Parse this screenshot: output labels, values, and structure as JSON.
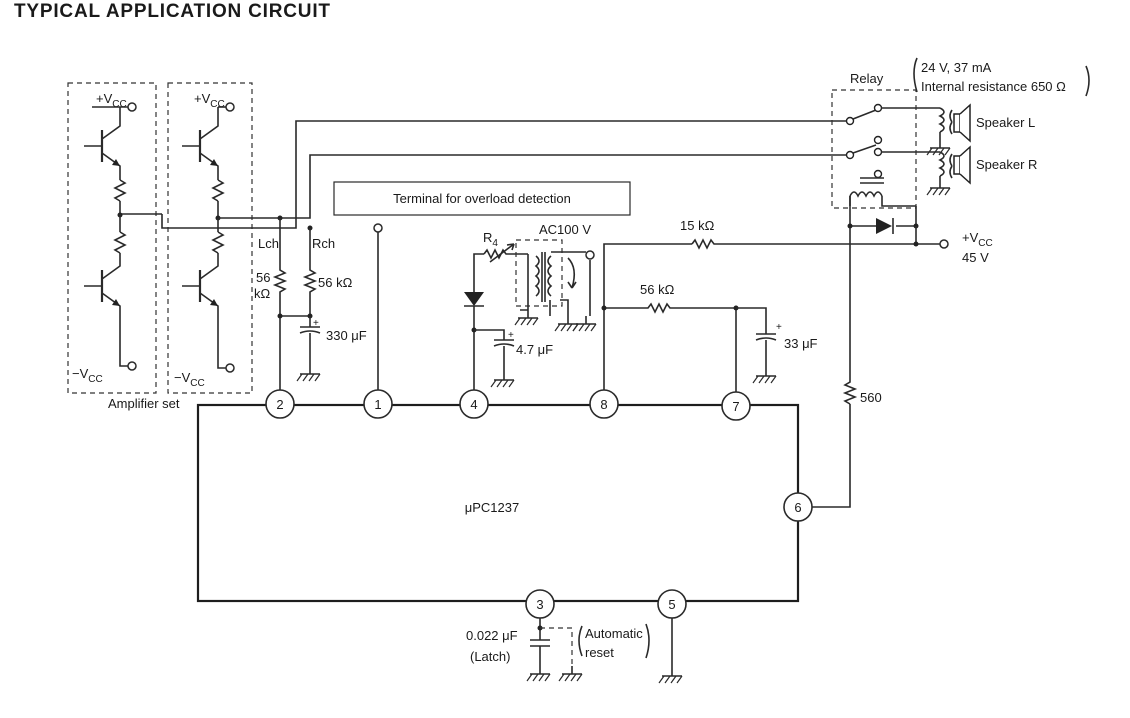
{
  "title": "TYPICAL APPLICATION CIRCUIT",
  "amplifier": {
    "vcc_pos": "+V",
    "vcc_neg": "−V",
    "cc": "CC",
    "set_label": "Amplifier set",
    "lch": "Lch",
    "rch": "Rch"
  },
  "components": {
    "r_left_value": "56",
    "r_left_unit": "kΩ",
    "r_right": "56 kΩ",
    "c_330": "330 μF",
    "r4": "R",
    "r4_sub": "4",
    "ac": "AC100 V",
    "c_4_7": "4.7 μF",
    "r_15k": "15 kΩ",
    "r_56k": "56 kΩ",
    "c_33": "33 μF",
    "r_560": "560",
    "c_latch_value": "0.022 μF",
    "c_latch_note": "(Latch)",
    "auto_reset_1": "Automatic",
    "auto_reset_2": "reset",
    "supply_v": "+V",
    "supply_cc": "CC",
    "supply_volts": "45 V"
  },
  "terminal_box": "Terminal for overload detection",
  "relay": {
    "label": "Relay",
    "spec_1": "24 V, 37 mA",
    "spec_2": "Internal resistance 650 Ω",
    "speaker_l": "Speaker L",
    "speaker_r": "Speaker R"
  },
  "ic": {
    "name": "μPC1237",
    "pins": [
      "2",
      "1",
      "4",
      "8",
      "7",
      "6",
      "3",
      "5"
    ]
  }
}
